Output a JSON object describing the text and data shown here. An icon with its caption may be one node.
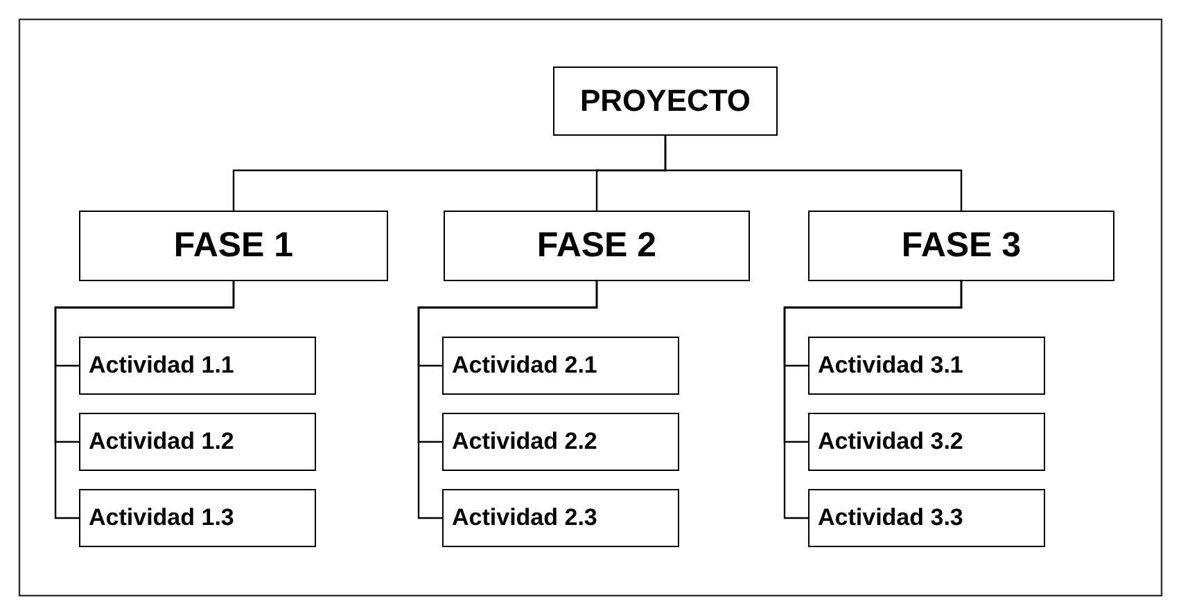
{
  "diagram": {
    "nodes": [
      {
        "text": [
          "PROYECTO"
        ]
      },
      {
        "text": [
          "FASE 1"
        ]
      },
      {
        "text": [
          "FASE 2"
        ]
      },
      {
        "text": [
          "FASE 3"
        ]
      },
      {
        "text": [
          "Actividad 1.1"
        ]
      },
      {
        "text": [
          "Actividad 1.2"
        ]
      },
      {
        "text": [
          "Actividad 1.3"
        ]
      },
      {
        "text": [
          "Actividad 2.1"
        ]
      },
      {
        "text": [
          "Actividad 2.2"
        ]
      },
      {
        "text": [
          "Actividad 2.3"
        ]
      },
      {
        "text": [
          "Actividad 3.1"
        ]
      },
      {
        "text": [
          "Actividad 3.2"
        ]
      },
      {
        "text": [
          "Actividad 3.3"
        ]
      }
    ],
    "edges": [
      {
        "from": 0,
        "to": 1,
        "arrow": "none"
      },
      {
        "from": 0,
        "to": 2,
        "arrow": "none"
      },
      {
        "from": 0,
        "to": 3,
        "arrow": "none"
      },
      {
        "from": 1,
        "to": 4,
        "arrow": "none"
      },
      {
        "from": 1,
        "to": 5,
        "arrow": "none"
      },
      {
        "from": 1,
        "to": 6,
        "arrow": "none"
      },
      {
        "from": 2,
        "to": 7,
        "arrow": "none"
      },
      {
        "from": 2,
        "to": 8,
        "arrow": "none"
      },
      {
        "from": 2,
        "to": 9,
        "arrow": "none"
      },
      {
        "from": 3,
        "to": 10,
        "arrow": "none"
      },
      {
        "from": 3,
        "to": 11,
        "arrow": "none"
      },
      {
        "from": 3,
        "to": 12,
        "arrow": "none"
      }
    ]
  }
}
